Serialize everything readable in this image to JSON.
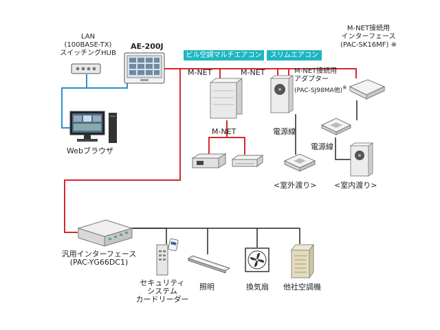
{
  "labels": {
    "lan": [
      "LAN",
      "(100BASE-TX)",
      "スイッチングHUB"
    ],
    "ae200j": "AE-200J",
    "web_browser": "Webブラウザ",
    "building_multi": "ビル空調マルチエアコン",
    "slim_aircon": "スリムエアコン",
    "mnet_1": "M-NET",
    "mnet_2": "M-NET",
    "mnet_3": "M-NET",
    "mnet_adapter": [
      "M-NET接続用",
      "アダプター",
      "(PAC-SJ98MA他)"
    ],
    "mnet_adapter_mark": "※",
    "mnet_interface": [
      "M-NET接続用",
      "インターフェース",
      "(PAC-SK16MF) ※"
    ],
    "power_line_1": "電源線",
    "power_line_2": "電源線",
    "outdoor_delivery": "<室外渡り>",
    "indoor_delivery": "<室内渡り>",
    "general_interface": [
      "汎用インターフェース",
      "(PAC-YG66DC1)"
    ],
    "security": [
      "セキュリティ",
      "システム",
      "カードリーダー"
    ],
    "lighting": "照明",
    "ventilation": "換気扇",
    "other_aircon": "他社空調機"
  },
  "colors": {
    "mnet_line": "#d7262e",
    "lan_line": "#2a8fd0",
    "bus_line": "#222222",
    "tag_bg": "#1fb6c1"
  },
  "icons": [
    "lan-hub-icon",
    "controller-icon",
    "pc-icon",
    "outdoor-unit-icon",
    "ceiling-cassette-icon",
    "ducted-unit-icon",
    "interface-box-icon",
    "card-reader-icon",
    "light-fixture-icon",
    "fan-icon",
    "other-aircon-icon"
  ]
}
